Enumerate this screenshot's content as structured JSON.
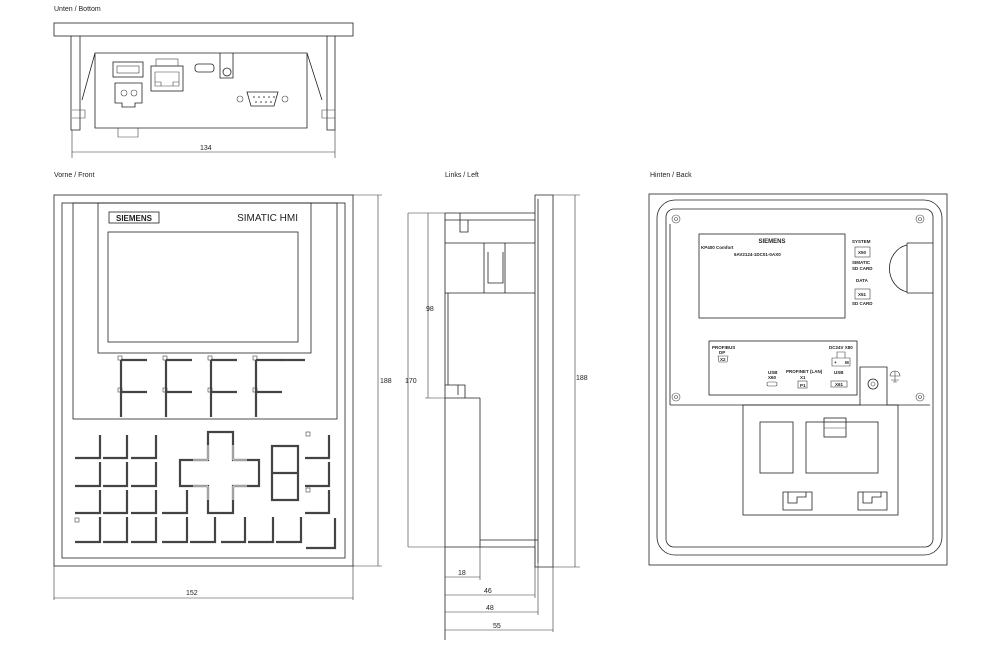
{
  "views": {
    "bottom": {
      "title": "Unten / Bottom",
      "width_dim": "134"
    },
    "front": {
      "title": "Vorne / Front",
      "brand": "SIEMENS",
      "product": "SIMATIC HMI",
      "width_dim": "152",
      "height_dim": "188"
    },
    "left": {
      "title": "Links / Left",
      "dims": {
        "h_total": "170",
        "h_upper": "98",
        "h_front": "188",
        "d1": "18",
        "d2": "46",
        "d3": "48",
        "d4": "55"
      }
    },
    "back": {
      "title": "Hinten / Back",
      "label": {
        "brand": "SIEMENS",
        "model": "KP400 Comfort",
        "order_no": "6AV2124-1DC01-0AX0"
      },
      "system": "SYSTEM",
      "x50": "X50",
      "simatic": "SIMATIC",
      "sd_card_1": "SD CARD",
      "data": "DATA",
      "x51": "X51",
      "sd_card_2": "SD CARD",
      "profibus": "PROFIBUS",
      "dp": "DP",
      "x2": "X2",
      "usb_1": "USB",
      "x60": "X60",
      "profinet": "PROFINET (LAN)",
      "x1": "X1",
      "p1": "P1",
      "dc24v": "DC24V X80",
      "plus": "+",
      "m": "M",
      "usb_2": "USB",
      "x61": "X61"
    }
  }
}
